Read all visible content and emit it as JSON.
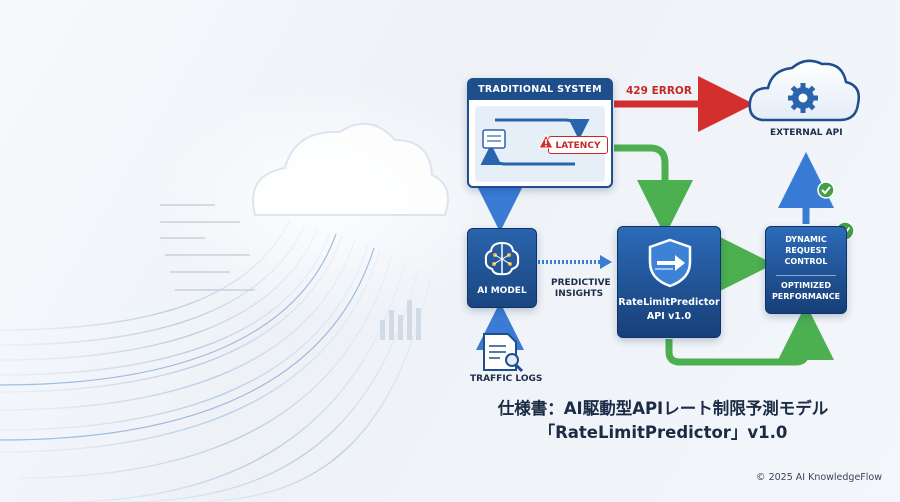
{
  "diagram": {
    "traditional_system": {
      "title": "TRADITIONAL SYSTEM (RETRY)",
      "latency_label": "LATENCY"
    },
    "error_label": "429 ERROR",
    "external_api": {
      "label": "EXTERNAL API"
    },
    "ai_model": {
      "label": "AI MODEL"
    },
    "predictive_insights": {
      "line1": "PREDICTIVE",
      "line2": "INSIGHTS"
    },
    "predictor": {
      "line1": "RateLimitPredictor",
      "line2": "API v1.0"
    },
    "dynamic_control": {
      "line1": "DYNAMIC",
      "line2": "REQUEST",
      "line3": "CONTROL",
      "line4": "OPTIMIZED",
      "line5": "PERFORMANCE"
    },
    "traffic_logs": {
      "label": "TRAFFIC LOGS"
    }
  },
  "title": {
    "line1": "仕様書：AI駆動型APIレート制限予測モデル",
    "line2": "「RateLimitPredictor」v1.0"
  },
  "copyright": "© 2025 AI KnowledgeFlow",
  "colors": {
    "primary_blue": "#1f4e8c",
    "error_red": "#d32f2f",
    "flow_green": "#4caf50",
    "flow_blue": "#3a7bd5"
  }
}
